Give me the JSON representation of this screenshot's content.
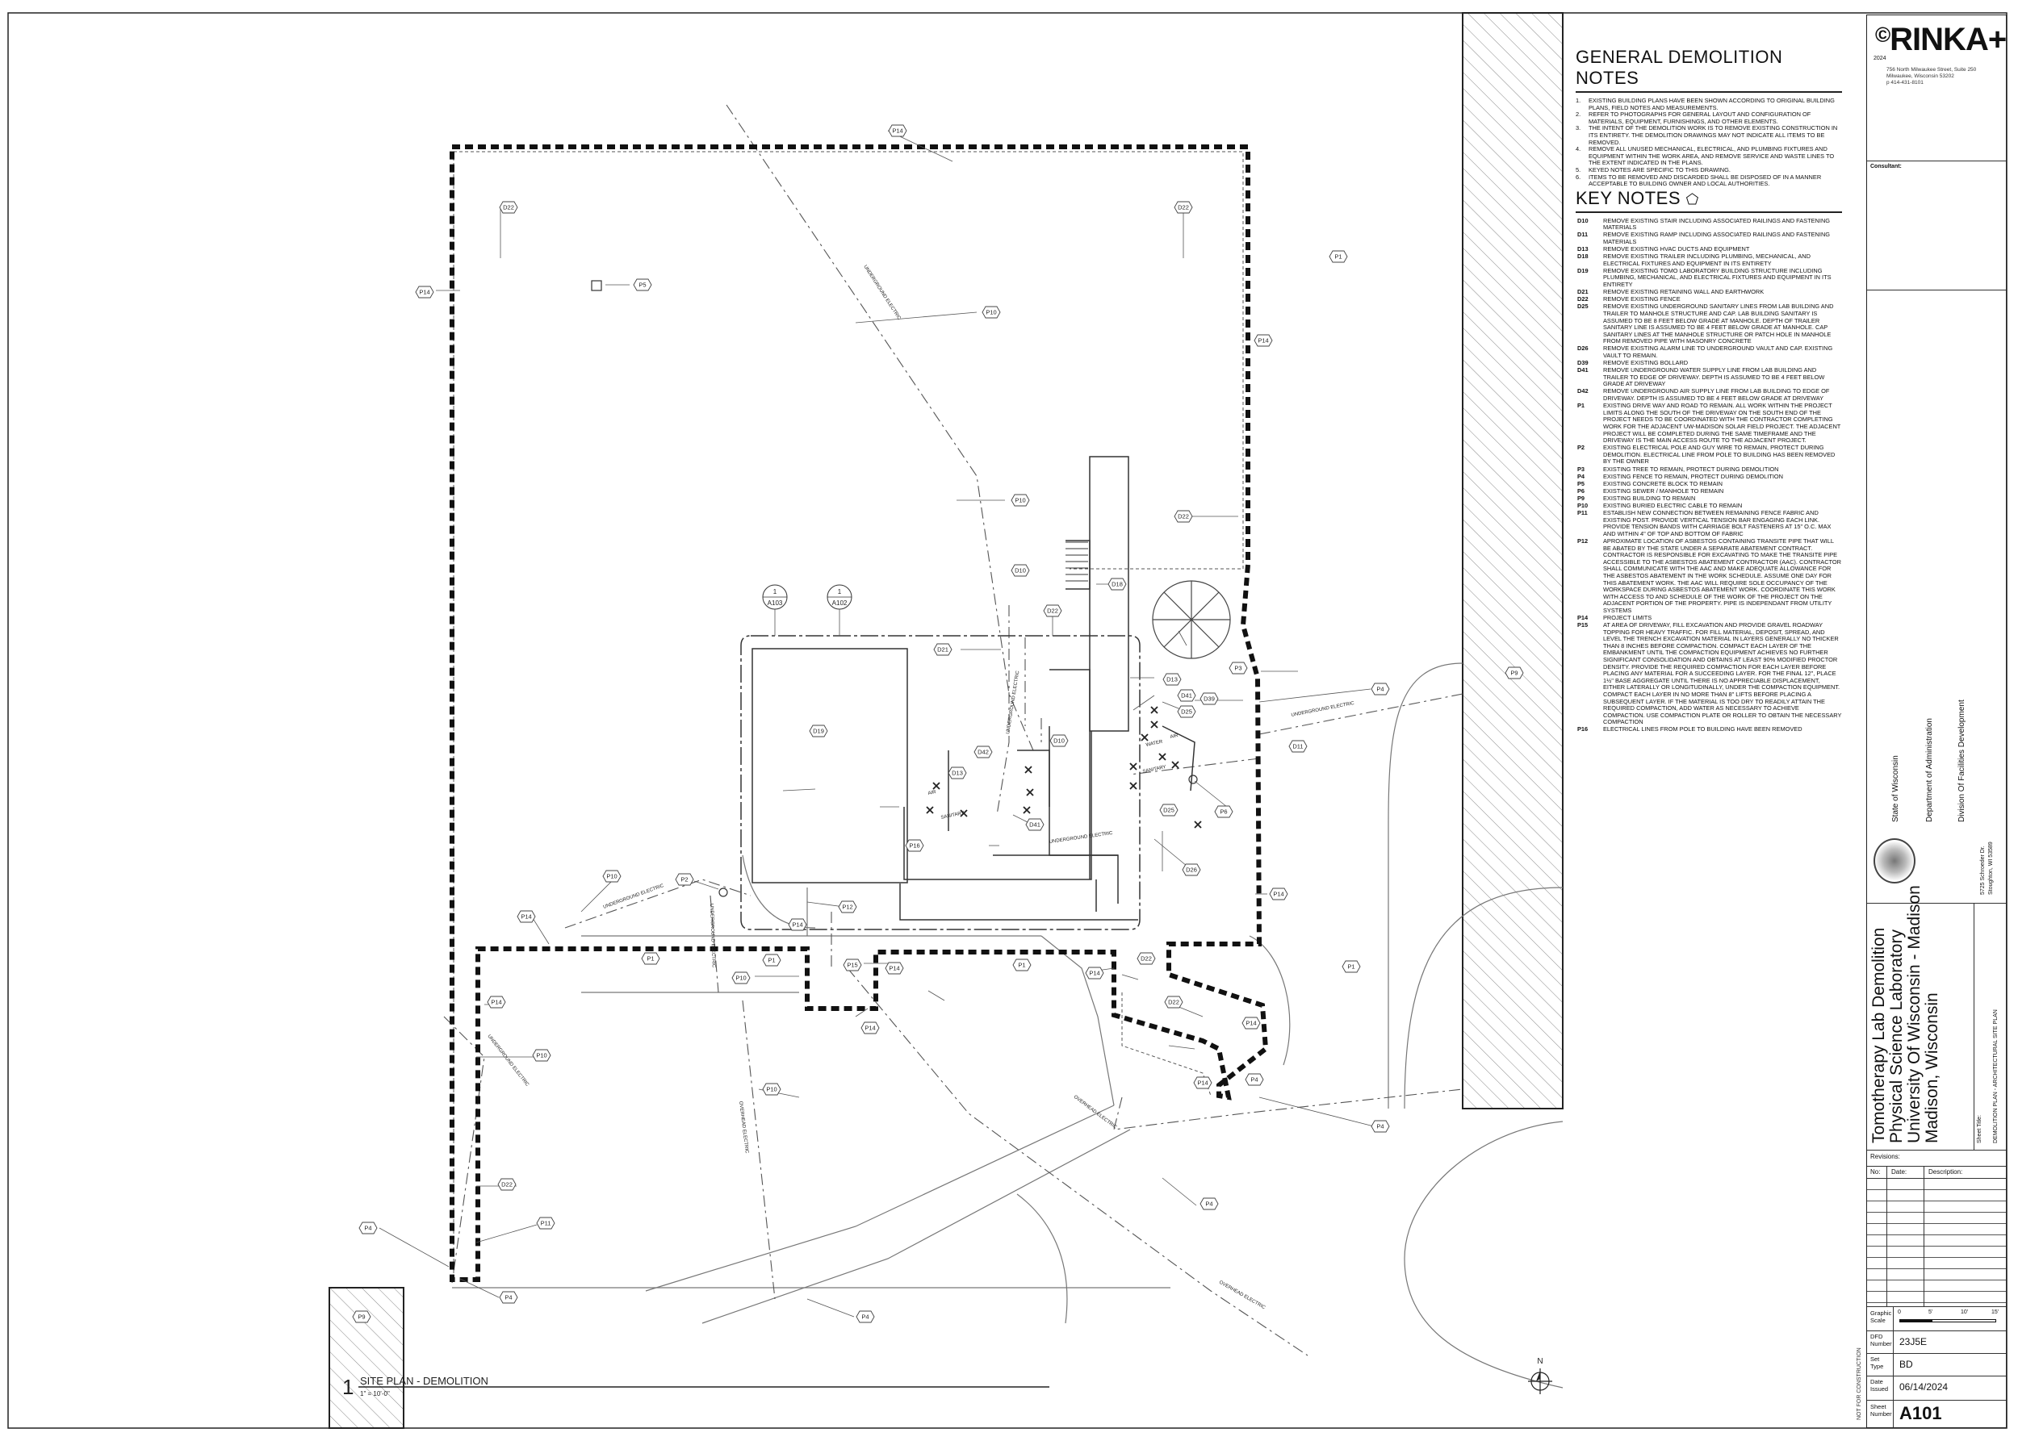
{
  "drawing": {
    "title_number": "1",
    "title": "SITE PLAN - DEMOLITION",
    "scale": "1\" = 10'-0\"",
    "north": "N",
    "labels": {
      "utility_electric": "UNDERGROUND ELECTRIC",
      "overhead_electric": "OVERHEAD ELECTRIC",
      "water": "WATER",
      "sanitary": "SANITARY",
      "air": "AIR"
    },
    "section_tags": [
      {
        "top": "1",
        "bottom": "A103"
      },
      {
        "top": "1",
        "bottom": "A102"
      }
    ]
  },
  "general_notes": {
    "heading": "GENERAL DEMOLITION NOTES",
    "items": [
      {
        "n": "1.",
        "text": "EXISTING BUILDING PLANS HAVE BEEN SHOWN ACCORDING TO ORIGINAL BUILDING PLANS, FIELD NOTES AND MEASUREMENTS."
      },
      {
        "n": "2.",
        "text": "REFER TO PHOTOGRAPHS FOR GENERAL LAYOUT AND CONFIGURATION OF MATERIALS, EQUIPMENT, FURNISHINGS, AND OTHER ELEMENTS."
      },
      {
        "n": "3.",
        "text": "THE INTENT OF THE DEMOLITION WORK IS TO REMOVE EXISTING CONSTRUCTION IN ITS ENTIRETY. THE DEMOLITION DRAWINGS MAY NOT INDICATE ALL ITEMS TO BE REMOVED."
      },
      {
        "n": "4.",
        "text": "REMOVE ALL UNUSED MECHANICAL, ELECTRICAL, AND PLUMBING FIXTURES AND EQUIPMENT WITHIN THE WORK AREA, AND REMOVE SERVICE AND WASTE LINES TO THE EXTENT INDICATED IN THE PLANS."
      },
      {
        "n": "5.",
        "text": "KEYED NOTES ARE SPECIFIC TO THIS DRAWING."
      },
      {
        "n": "6.",
        "text": "ITEMS TO BE REMOVED AND DISCARDED SHALL BE DISPOSED OF IN A MANNER ACCEPTABLE TO BUILDING OWNER AND LOCAL AUTHORITIES."
      }
    ]
  },
  "key_notes": {
    "heading": "KEY NOTES",
    "items": [
      {
        "code": "D10",
        "text": "REMOVE EXISTING STAIR INCLUDING ASSOCIATED RAILINGS AND FASTENING MATERIALS"
      },
      {
        "code": "D11",
        "text": "REMOVE EXISTING RAMP INCLUDING ASSOCIATED RAILINGS AND FASTENING MATERIALS"
      },
      {
        "code": "D13",
        "text": "REMOVE EXISTING HVAC DUCTS AND EQUIPMENT"
      },
      {
        "code": "D18",
        "text": "REMOVE EXISTING TRAILER INCLUDING PLUMBING, MECHANICAL, AND ELECTRICAL FIXTURES AND EQUIPMENT IN ITS ENTIRETY"
      },
      {
        "code": "D19",
        "text": "REMOVE EXISTING TOMO LABORATORY BUILDING STRUCTURE INCLUDING PLUMBING, MECHANICAL, AND ELECTRICAL FIXTURES AND EQUIPMENT IN ITS ENTIRETY"
      },
      {
        "code": "D21",
        "text": "REMOVE EXISTING RETAINING WALL AND EARTHWORK"
      },
      {
        "code": "D22",
        "text": "REMOVE EXISTING FENCE"
      },
      {
        "code": "D25",
        "text": "REMOVE EXISTING UNDERGROUND SANITARY LINES FROM LAB BUILDING AND TRAILER TO MANHOLE STRUCTURE AND CAP. LAB BUILDING SANITARY IS ASSUMED TO BE 8 FEET BELOW GRADE AT MANHOLE. DEPTH OF TRAILER SANITARY LINE IS ASSUMED TO BE 4 FEET BELOW GRADE AT MANHOLE. CAP SANITARY LINES AT THE MANHOLE STRUCTURE OR PATCH HOLE IN MANHOLE FROM REMOVED PIPE WITH MASONRY CONCRETE"
      },
      {
        "code": "D26",
        "text": "REMOVE EXISTING ALARM LINE TO UNDERGROUND VAULT AND CAP. EXISTING VAULT TO REMAIN."
      },
      {
        "code": "D39",
        "text": "REMOVE EXISTING BOLLARD"
      },
      {
        "code": "D41",
        "text": "REMOVE UNDERGROUND WATER SUPPLY LINE FROM LAB BUILDING AND TRAILER TO EDGE OF DRIVEWAY. DEPTH IS ASSUMED TO BE 4 FEET BELOW GRADE AT DRIVEWAY"
      },
      {
        "code": "D42",
        "text": "REMOVE UNDERGROUND AIR SUPPLY LINE FROM LAB BUILDING TO EDGE OF DRIVEWAY. DEPTH IS ASSUMED TO BE 4 FEET BELOW GRADE AT DRIVEWAY"
      },
      {
        "code": "P1",
        "text": "EXISTING DRIVE WAY AND ROAD TO REMAIN. ALL WORK WITHIN THE PROJECT LIMITS ALONG THE SOUTH OF THE DRIVEWAY ON THE SOUTH END OF THE PROJECT NEEDS TO BE COORDINATED WITH THE CONTRACTOR COMPLETING WORK FOR THE ADJACENT UW-MADISON SOLAR FIELD PROJECT. THE ADJACENT PROJECT WILL BE COMPLETED DURING THE SAME TIMEFRAME AND THE DRIVEWAY IS THE MAIN ACCESS ROUTE TO THE ADJACENT PROJECT."
      },
      {
        "code": "P2",
        "text": "EXISTING ELECTRICAL POLE AND GUY WIRE TO REMAIN, PROTECT DURING DEMOLITION. ELECTRICAL LINE FROM POLE TO BUILDING HAS BEEN REMOVED BY THE OWNER"
      },
      {
        "code": "P3",
        "text": "EXISTING TREE TO REMAIN, PROTECT DURING DEMOLITION"
      },
      {
        "code": "P4",
        "text": "EXISTING FENCE TO REMAIN, PROTECT DURING DEMOLITION"
      },
      {
        "code": "P5",
        "text": "EXISTING CONCRETE BLOCK TO REMAIN"
      },
      {
        "code": "P6",
        "text": "EXISTING SEWER / MANHOLE TO REMAIN"
      },
      {
        "code": "P9",
        "text": "EXISTING BUILDING TO REMAIN"
      },
      {
        "code": "P10",
        "text": "EXISTING BURIED ELECTRIC CABLE TO REMAIN"
      },
      {
        "code": "P11",
        "text": "ESTABLISH NEW CONNECTION BETWEEN REMAINING FENCE FABRIC AND EXISTING POST. PROVIDE VERTICAL TENSION BAR ENGAGING EACH LINK. PROVIDE TENSION BANDS WITH CARRIAGE BOLT FASTENERS AT 15\" O.C. MAX AND WITHIN 4\" OF TOP AND BOTTOM OF FABRIC"
      },
      {
        "code": "P12",
        "text": "APROXIMATE LOCATION OF ASBESTOS CONTAINING TRANSITE PIPE THAT WILL BE ABATED BY THE STATE UNDER A SEPARATE ABATEMENT CONTRACT. CONTRACTOR IS RESPONSIBLE FOR EXCAVATING TO MAKE THE TRANSITE PIPE ACCESSIBLE TO THE ASBESTOS ABATEMENT CONTRACTOR (AAC). CONTRACTOR SHALL COMMUNICATE WITH THE AAC AND MAKE ADEQUATE ALLOWANCE FOR THE ASBESTOS ABATEMENT IN THE WORK SCHEDULE. ASSUME ONE DAY FOR THIS ABATEMENT WORK. THE AAC WILL REQUIRE SOLE OCCUPANCY OF THE WORKSPACE DURING ASBESTOS ABATEMENT WORK. COORDINATE THIS WORK WITH ACCESS TO AND SCHEDULE OF THE WORK OF THE PROJECT ON THE ADJACENT PORTION OF THE PROPERTY. PIPE IS INDEPENDANT FROM UTILITY SYSTEMS"
      },
      {
        "code": "P14",
        "text": "PROJECT LIMITS"
      },
      {
        "code": "P15",
        "text": "AT AREA OF DRIVEWAY, FILL EXCAVATION AND PROVIDE GRAVEL ROADWAY TOPPING FOR HEAVY TRAFFIC. FOR FILL MATERIAL, DEPOSIT, SPREAD, AND LEVEL THE TRENCH EXCAVATION MATERIAL IN LAYERS GENERALLY NO THICKER THAN 8 INCHES BEFORE COMPACTION. COMPACT EACH LAYER OF THE EMBANKMENT UNTIL THE COMPACTION EQUIPMENT ACHIEVES NO FURTHER SIGNIFICANT CONSOLIDATION AND OBTAINS AT LEAST 90% MODIFIED PROCTOR DENSITY. PROVIDE THE REQUIRED COMPACTION FOR EACH LAYER BEFORE PLACING ANY MATERIAL FOR A SUCCEEDING LAYER. FOR THE FINAL 12\", PLACE 1½\" BASE AGGREGATE UNTIL THERE IS NO APPRECIABLE DISPLACEMENT, EITHER LATERALLY OR LONGITUDINALLY, UNDER THE COMPACTION EQUIPMENT. COMPACT EACH LAYER IN NO MORE THAN 8\" LIFTS BEFORE PLACING A SUBSEQUENT LAYER. IF THE MATERIAL IS TOO DRY TO READILY ATTAIN THE REQUIRED COMPACTION, ADD WATER AS NECESSARY TO ACHIEVE COMPACTION. USE COMPACTION PLATE OR ROLLER TO OBTAIN THE NECESSARY COMPACTION"
      },
      {
        "code": "P16",
        "text": "ELECTRICAL LINES FROM POLE TO BUILDING HAVE BEEN REMOVED"
      }
    ]
  },
  "title_block": {
    "firm": "RINKA",
    "copyright": "©",
    "year": "2024",
    "address1": "756 North Milwaukee Street, Suite 250",
    "address2": "Milwaukee, Wisconsin 53202",
    "phone": "p 414-431-8101",
    "consultant_label": "Consultant:",
    "agency1": "State of Wisconsin",
    "agency2": "Department of Administration",
    "agency3": "Division Of Facilities Development",
    "agency_address1": "5725 Schroeder Dr.",
    "agency_address2": "Stoughton, WI 53589",
    "project_line1": "Tomotherapy Lab Demolition",
    "project_line2": "Physical Science Laboratory",
    "project_line3": "University Of Wisconsin - Madison",
    "project_line4": "Madison, Wisconsin",
    "sheet_title_label": "Sheet Title:",
    "sheet_title": "DEMOLITION PLAN - ARCHITECTURAL SITE PLAN",
    "revisions_label": "Revisions:",
    "rev_headers": [
      "No:",
      "Date:",
      "Description:"
    ],
    "graphic_scale_label": "Graphic Scale",
    "scale_ticks": [
      "0",
      "5'",
      "10'",
      "15'"
    ],
    "dfd_label": "DFD Number",
    "dfd_number": "23J5E",
    "set_type_label": "Set Type",
    "set_type": "BD",
    "date_label": "Date Issued",
    "date": "06/14/2024",
    "sheet_label": "Sheet Number",
    "sheet_number": "A101",
    "not_for_construction": "NOT FOR CONSTRUCTION"
  }
}
